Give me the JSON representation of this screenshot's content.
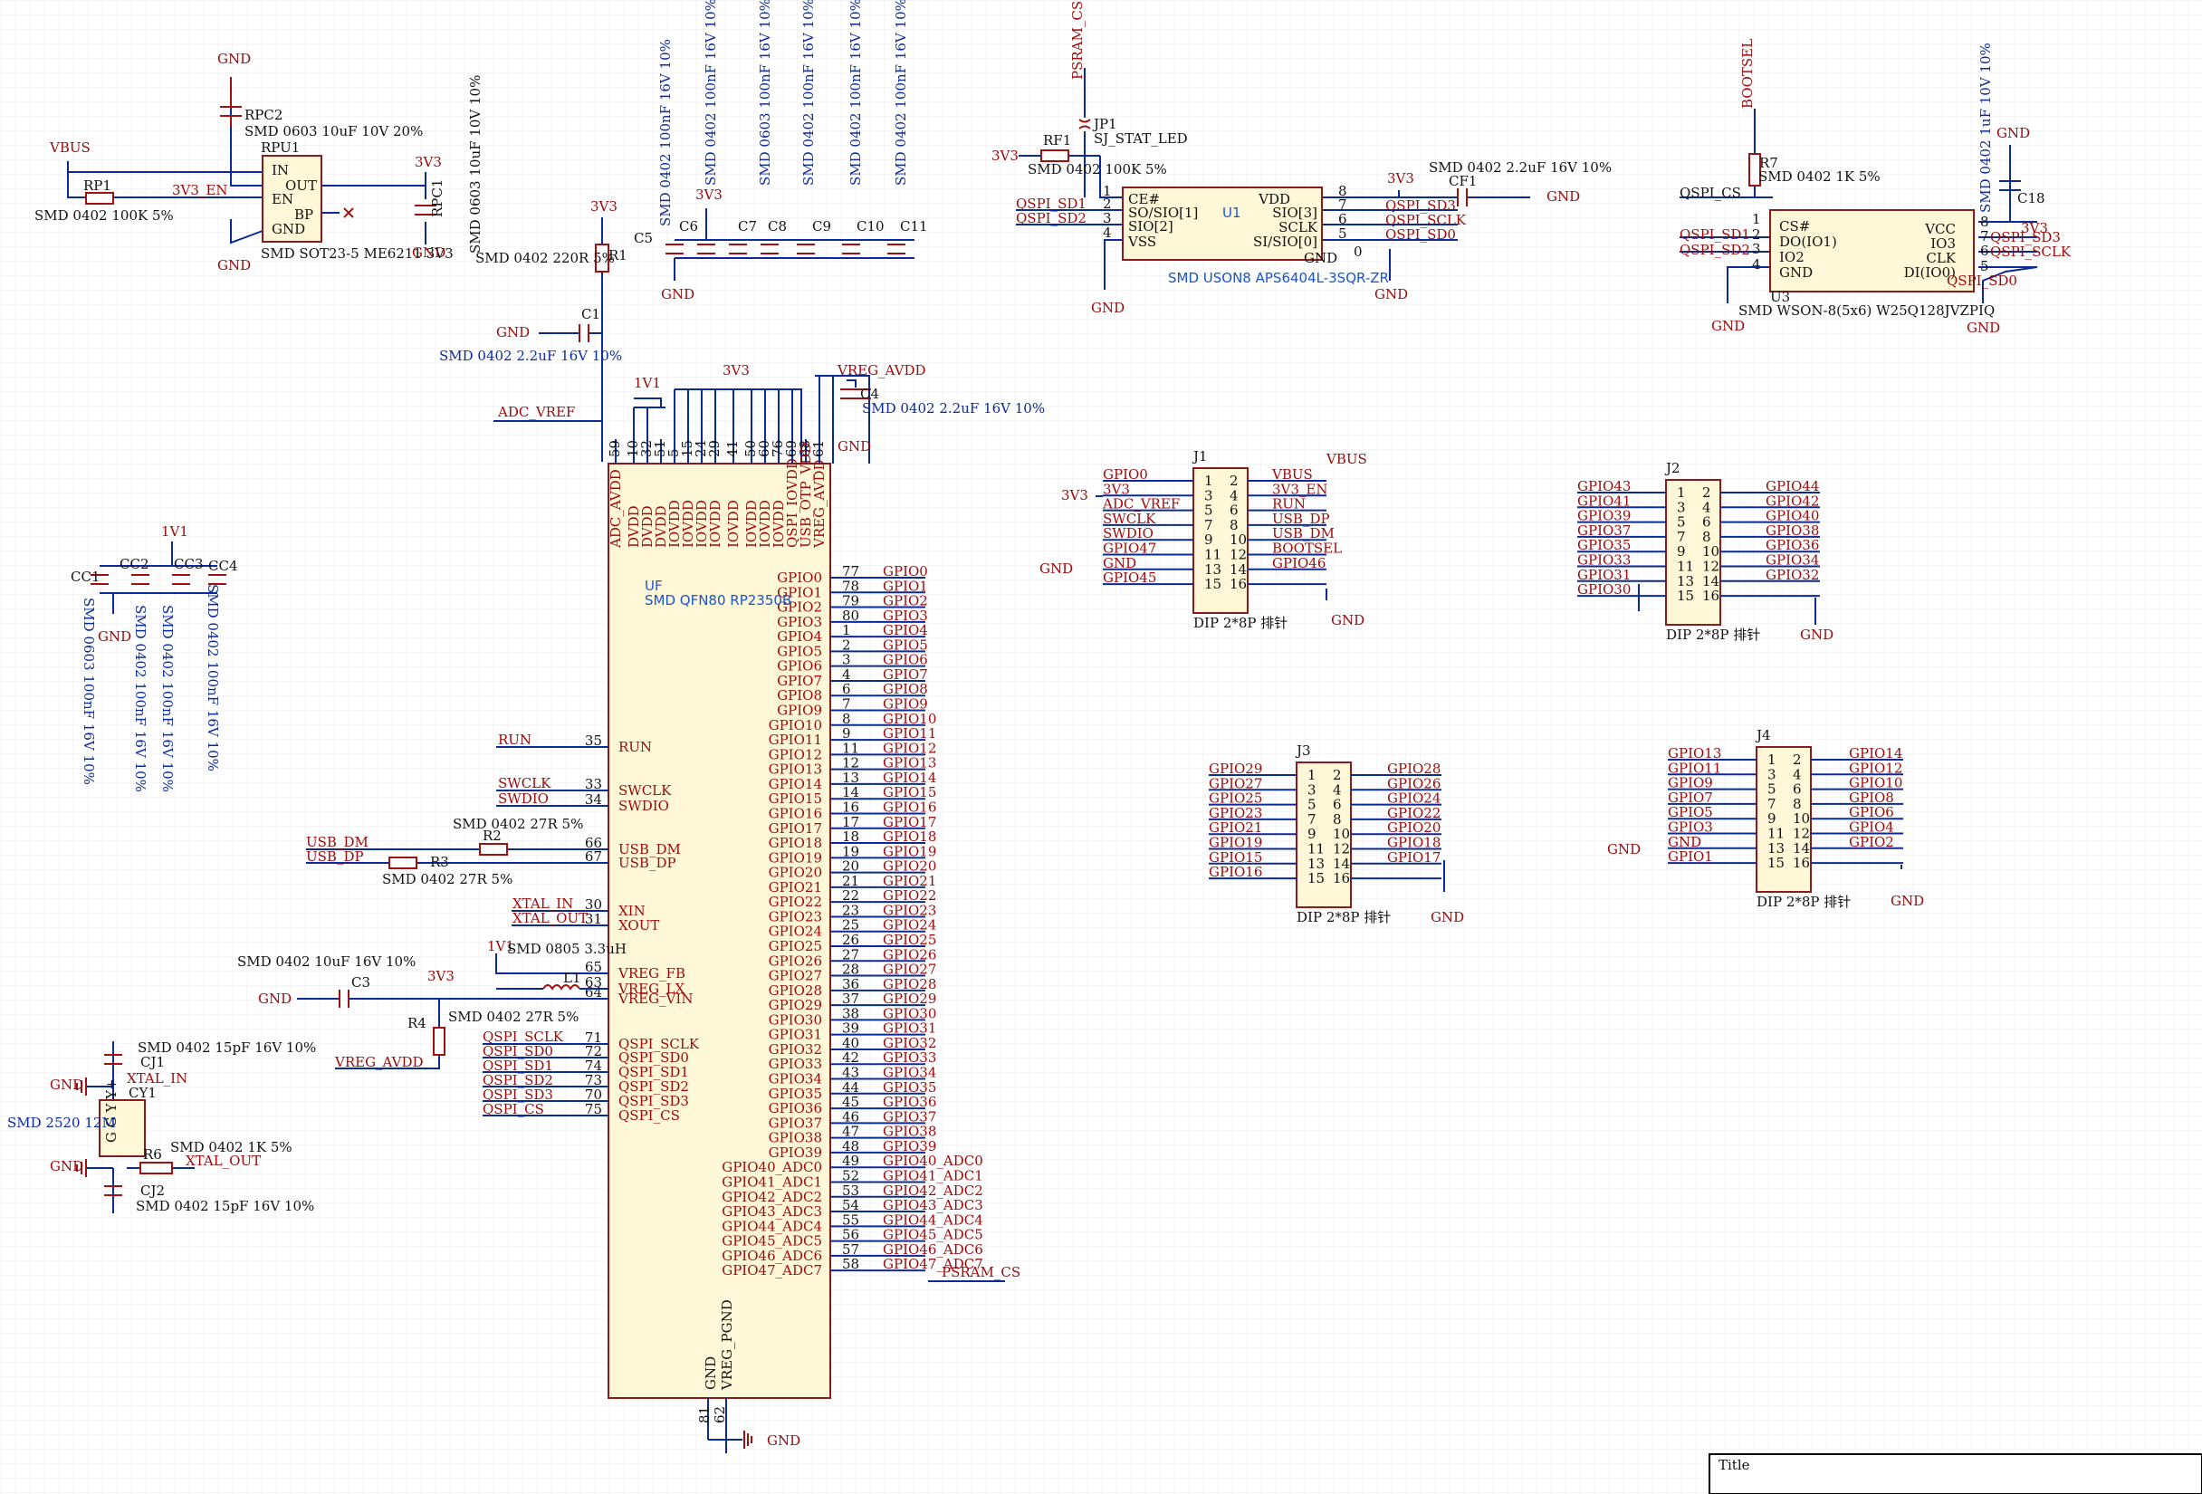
{
  "colors": {
    "wire": "#0b2a9a",
    "part": "#8b1a1a",
    "label": "#9a0a0a",
    "body": "#fff8d8",
    "grid": "#e8e8e8"
  },
  "nets": {
    "gnd": "GND",
    "v33": "3V3",
    "v11": "1V1",
    "vbus": "VBUS",
    "v33en": "3V3_EN",
    "adc_vref": "ADC_VREF",
    "vreg_avdd": "VREG_AVDD",
    "psram_cs": "PSRAM_CS",
    "bootsel": "BOOTSEL",
    "qspi_cs": "QSPI_CS",
    "run": "RUN",
    "swclk": "SWCLK",
    "swdio": "SWDIO",
    "usb_dm": "USB_DM",
    "usb_dp": "USB_DP",
    "xtal_in": "XTAL_IN",
    "xtal_out": "XTAL_OUT",
    "qspi_sclk": "QSPI_SCLK",
    "qspi_sd0": "QSPI_SD0",
    "qspi_sd1": "QSPI_SD1",
    "qspi_sd2": "QSPI_SD2",
    "qspi_sd3": "QSPI_SD3"
  },
  "ldo": {
    "ref": "RPU1",
    "desc": "SMD SOT23-5 ME6211 3V3",
    "pins": [
      "IN",
      "OUT",
      "EN",
      "BP",
      "GND"
    ],
    "rpc2": "RPC2",
    "rpc2_desc": "SMD 0603 10uF 10V 20%",
    "rpc1": "RPC1",
    "rpc1_desc": "SMD 0603 10uF 10V 10%",
    "rp1": "RP1",
    "rp1_desc": "SMD 0402 100K 5%"
  },
  "cap_bank": {
    "c5": "C5",
    "refs": [
      "C6",
      "C7",
      "C8",
      "C9",
      "C10",
      "C11"
    ],
    "descs": [
      "SMD 0402 100nF 16V 10%",
      "SMD 0402 100nF 16V 10%",
      "SMD 0603 100nF 16V 10%",
      "SMD 0402 100nF 16V 10%",
      "SMD 0402 100nF 16V 10%",
      "SMD 0402 100nF 16V 10%"
    ]
  },
  "r1": {
    "ref": "R1",
    "desc": "SMD 0402 220R 5%"
  },
  "c1": {
    "ref": "C1",
    "desc": "SMD 0402 2.2uF 16V 10%"
  },
  "c4": {
    "ref": "C4",
    "desc": "SMD 0402 2.2uF 16V 10%"
  },
  "cc": {
    "refs": [
      "CC1",
      "CC2",
      "CC3",
      "CC4"
    ],
    "descs": [
      "SMD 0603 100nF 16V 10%",
      "SMD 0402 100nF 16V 10%",
      "SMD 0402 100nF 16V 10%",
      "SMD 0402 100nF 16V 10%"
    ]
  },
  "psram": {
    "ref": "U1",
    "desc": "SMD USON8 APS6404L-3SQR-ZR",
    "jp1": "JP1",
    "jp1_desc": "SJ_STAT_LED",
    "rf1": "RF1",
    "rf1_desc": "SMD 0402 100K 5%",
    "cf1": "CF1",
    "cf1_desc": "SMD 0402 2.2uF 16V 10%",
    "left_pins": [
      {
        "n": "1",
        "name": "CE#"
      },
      {
        "n": "2",
        "name": "SO/SIO[1]"
      },
      {
        "n": "3",
        "name": "SIO[2]"
      },
      {
        "n": "4",
        "name": "VSS"
      }
    ],
    "right_pins": [
      {
        "n": "8",
        "name": "VDD"
      },
      {
        "n": "7",
        "name": "SIO[3]"
      },
      {
        "n": "6",
        "name": "SCLK"
      },
      {
        "n": "5",
        "name": "SI/SIO[0]"
      }
    ],
    "gnd_pin": "0"
  },
  "flash": {
    "ref": "U3",
    "desc": "SMD WSON-8(5x6)  W25Q128JVZPIQ",
    "r7": "R7",
    "r7_desc": "SMD 0402 1K 5%",
    "c18": "C18",
    "c18_desc": "SMD 0402 1uF 10V 10%",
    "left_pins": [
      {
        "n": "1",
        "name": "CS#"
      },
      {
        "n": "2",
        "name": "DO(IO1)"
      },
      {
        "n": "3",
        "name": "IO2"
      },
      {
        "n": "4",
        "name": "GND"
      }
    ],
    "right_pins": [
      {
        "n": "8",
        "name": "VCC"
      },
      {
        "n": "7",
        "name": "IO3"
      },
      {
        "n": "6",
        "name": "CLK"
      },
      {
        "n": "5",
        "name": "DI(IO0)"
      }
    ]
  },
  "mcu": {
    "ref": "UF",
    "desc": "SMD QFN80 RP2350B",
    "top_pins": [
      {
        "n": "59",
        "name": "ADC_AVDD"
      },
      {
        "n": "10",
        "name": "DVDD"
      },
      {
        "n": "32",
        "name": "DVDD"
      },
      {
        "n": "51",
        "name": "DVDD"
      },
      {
        "n": "5",
        "name": "IOVDD"
      },
      {
        "n": "15",
        "name": "IOVDD"
      },
      {
        "n": "24",
        "name": "IOVDD"
      },
      {
        "n": "29",
        "name": "IOVDD"
      },
      {
        "n": "41",
        "name": "IOVDD"
      },
      {
        "n": "50",
        "name": "IOVDD"
      },
      {
        "n": "60",
        "name": "IOVDD"
      },
      {
        "n": "76",
        "name": "IOVDD"
      },
      {
        "n": "69",
        "name": "QSPI_IOVDD"
      },
      {
        "n": "68",
        "name": "USB_OTP_VDD"
      },
      {
        "n": "61",
        "name": "VREG_AVDD"
      }
    ],
    "left_pins": [
      {
        "n": "35",
        "name": "RUN"
      },
      {
        "n": "33",
        "name": "SWCLK"
      },
      {
        "n": "34",
        "name": "SWDIO"
      },
      {
        "n": "66",
        "name": "USB_DM"
      },
      {
        "n": "67",
        "name": "USB_DP"
      },
      {
        "n": "30",
        "name": "XIN"
      },
      {
        "n": "31",
        "name": "XOUT"
      },
      {
        "n": "65",
        "name": "VREG_FB"
      },
      {
        "n": "63",
        "name": "VREG_LX"
      },
      {
        "n": "64",
        "name": "VREG_VIN"
      },
      {
        "n": "71",
        "name": "QSPI_SCLK"
      },
      {
        "n": "72",
        "name": "QSPI_SD0"
      },
      {
        "n": "74",
        "name": "QSPI_SD1"
      },
      {
        "n": "73",
        "name": "QSPI_SD2"
      },
      {
        "n": "70",
        "name": "QSPI_SD3"
      },
      {
        "n": "75",
        "name": "QSPI_CS"
      }
    ],
    "right_pins": [
      {
        "n": "77",
        "name": "GPIO0"
      },
      {
        "n": "78",
        "name": "GPIO1"
      },
      {
        "n": "79",
        "name": "GPIO2"
      },
      {
        "n": "80",
        "name": "GPIO3"
      },
      {
        "n": "1",
        "name": "GPIO4"
      },
      {
        "n": "2",
        "name": "GPIO5"
      },
      {
        "n": "3",
        "name": "GPIO6"
      },
      {
        "n": "4",
        "name": "GPIO7"
      },
      {
        "n": "6",
        "name": "GPIO8"
      },
      {
        "n": "7",
        "name": "GPIO9"
      },
      {
        "n": "8",
        "name": "GPIO10"
      },
      {
        "n": "9",
        "name": "GPIO11"
      },
      {
        "n": "11",
        "name": "GPIO12"
      },
      {
        "n": "12",
        "name": "GPIO13"
      },
      {
        "n": "13",
        "name": "GPIO14"
      },
      {
        "n": "14",
        "name": "GPIO15"
      },
      {
        "n": "16",
        "name": "GPIO16"
      },
      {
        "n": "17",
        "name": "GPIO17"
      },
      {
        "n": "18",
        "name": "GPIO18"
      },
      {
        "n": "19",
        "name": "GPIO19"
      },
      {
        "n": "20",
        "name": "GPIO20"
      },
      {
        "n": "21",
        "name": "GPIO21"
      },
      {
        "n": "22",
        "name": "GPIO22"
      },
      {
        "n": "23",
        "name": "GPIO23"
      },
      {
        "n": "25",
        "name": "GPIO24"
      },
      {
        "n": "26",
        "name": "GPIO25"
      },
      {
        "n": "27",
        "name": "GPIO26"
      },
      {
        "n": "28",
        "name": "GPIO27"
      },
      {
        "n": "36",
        "name": "GPIO28"
      },
      {
        "n": "37",
        "name": "GPIO29"
      },
      {
        "n": "38",
        "name": "GPIO30"
      },
      {
        "n": "39",
        "name": "GPIO31"
      },
      {
        "n": "40",
        "name": "GPIO32"
      },
      {
        "n": "42",
        "name": "GPIO33"
      },
      {
        "n": "43",
        "name": "GPIO34"
      },
      {
        "n": "44",
        "name": "GPIO35"
      },
      {
        "n": "45",
        "name": "GPIO36"
      },
      {
        "n": "46",
        "name": "GPIO37"
      },
      {
        "n": "47",
        "name": "GPIO38"
      },
      {
        "n": "48",
        "name": "GPIO39"
      },
      {
        "n": "49",
        "name": "GPIO40_ADC0"
      },
      {
        "n": "52",
        "name": "GPIO41_ADC1"
      },
      {
        "n": "53",
        "name": "GPIO42_ADC2"
      },
      {
        "n": "54",
        "name": "GPIO43_ADC3"
      },
      {
        "n": "55",
        "name": "GPIO44_ADC4"
      },
      {
        "n": "56",
        "name": "GPIO45_ADC5"
      },
      {
        "n": "57",
        "name": "GPIO46_ADC6"
      },
      {
        "n": "58",
        "name": "GPIO47_ADC7"
      }
    ],
    "bottom_pins": [
      {
        "n": "81",
        "name": "GND"
      },
      {
        "n": "62",
        "name": "VREG_PGND"
      }
    ]
  },
  "passives": {
    "r2": "R2",
    "r2_desc": "SMD 0402 27R 5%",
    "r3": "R3",
    "r3_desc": "SMD 0402 27R 5%",
    "r4": "R4",
    "r4_desc": "SMD 0402 27R 5%",
    "c3": "C3",
    "c3_desc": "SMD 0402 10uF 16V 10%",
    "l1": "L1",
    "l1_desc": "SMD 0805 3.3uH",
    "r6": "R6",
    "r6_desc": "SMD 0402 1K 5%",
    "cj1": "CJ1",
    "cj1_desc": "SMD 0402 15pF 16V 10%",
    "cj2": "CJ2",
    "cj2_desc": "SMD 0402 15pF 16V 10%",
    "cy1": "CY1",
    "cy1_desc": "SMD 2520 12M",
    "cy1_pins": "G G Y Y+"
  },
  "headers": [
    {
      "ref": "J1",
      "desc": "DIP 2*8P 排针",
      "left": [
        "GPIO0",
        "3V3",
        "ADC_VREF",
        "SWCLK",
        "SWDIO",
        "GPIO47",
        "GND",
        "GPIO45"
      ],
      "right": [
        "VBUS",
        "3V3_EN",
        "RUN",
        "USB_DP",
        "USB_DM",
        "BOOTSEL",
        "GPIO46",
        ""
      ]
    },
    {
      "ref": "J2",
      "desc": "DIP 2*8P 排针",
      "left": [
        "GPIO43",
        "GPIO41",
        "GPIO39",
        "GPIO37",
        "GPIO35",
        "GPIO33",
        "GPIO31",
        "GPIO30"
      ],
      "right": [
        "GPIO44",
        "GPIO42",
        "GPIO40",
        "GPIO38",
        "GPIO36",
        "GPIO34",
        "GPIO32",
        ""
      ]
    },
    {
      "ref": "J3",
      "desc": "DIP 2*8P 排针",
      "left": [
        "GPIO29",
        "GPIO27",
        "GPIO25",
        "GPIO23",
        "GPIO21",
        "GPIO19",
        "GPIO15",
        "GPIO16"
      ],
      "right": [
        "GPIO28",
        "GPIO26",
        "GPIO24",
        "GPIO22",
        "GPIO20",
        "GPIO18",
        "GPIO17",
        ""
      ]
    },
    {
      "ref": "J4",
      "desc": "DIP 2*8P 排针",
      "left": [
        "GPIO13",
        "GPIO11",
        "GPIO9",
        "GPIO7",
        "GPIO5",
        "GPIO3",
        "GND",
        "GPIO1"
      ],
      "right": [
        "GPIO14",
        "GPIO12",
        "GPIO10",
        "GPIO8",
        "GPIO6",
        "GPIO4",
        "GPIO2",
        ""
      ]
    }
  ],
  "title_block": {
    "label": "Title"
  }
}
